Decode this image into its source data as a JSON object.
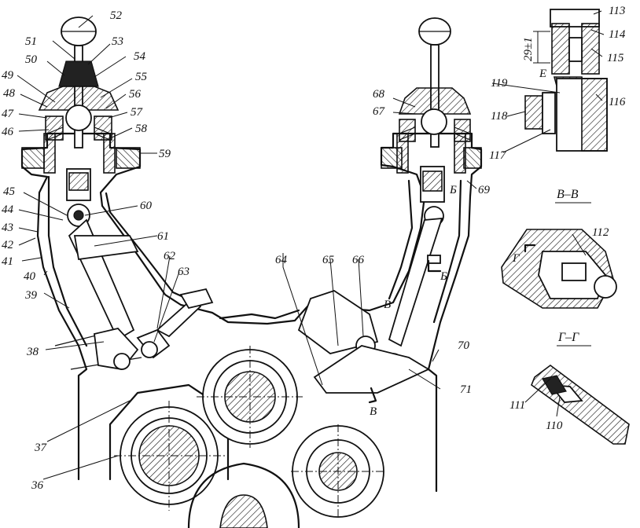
{
  "labels": {
    "n36": "36",
    "n37": "37",
    "n38": "38",
    "n39": "39",
    "n40": "40",
    "n41": "41",
    "n42": "42",
    "n43": "43",
    "n44": "44",
    "n45": "45",
    "n46": "46",
    "n47": "47",
    "n48": "48",
    "n49": "49",
    "n50": "50",
    "n51": "51",
    "n52": "52",
    "n53": "53",
    "n54": "54",
    "n55": "55",
    "n56": "56",
    "n57": "57",
    "n58": "58",
    "n59": "59",
    "n60": "60",
    "n61": "61",
    "n62": "62",
    "n63": "63",
    "n64": "64",
    "n65": "65",
    "n66": "66",
    "n67": "67",
    "n68": "68",
    "n69": "69",
    "n70": "70",
    "n71": "71",
    "n110": "110",
    "n111": "111",
    "n112": "112",
    "n113": "113",
    "n114": "114",
    "n115": "115",
    "n116": "116",
    "n117": "117",
    "n118": "118",
    "n119": "119"
  },
  "markers": {
    "b": "Б",
    "b2": "Б",
    "v": "В",
    "v2": "В",
    "g": "Г",
    "e": "Е"
  },
  "sections": {
    "vv": "В–В",
    "gg": "Г–Г"
  },
  "dimension": "29±1"
}
